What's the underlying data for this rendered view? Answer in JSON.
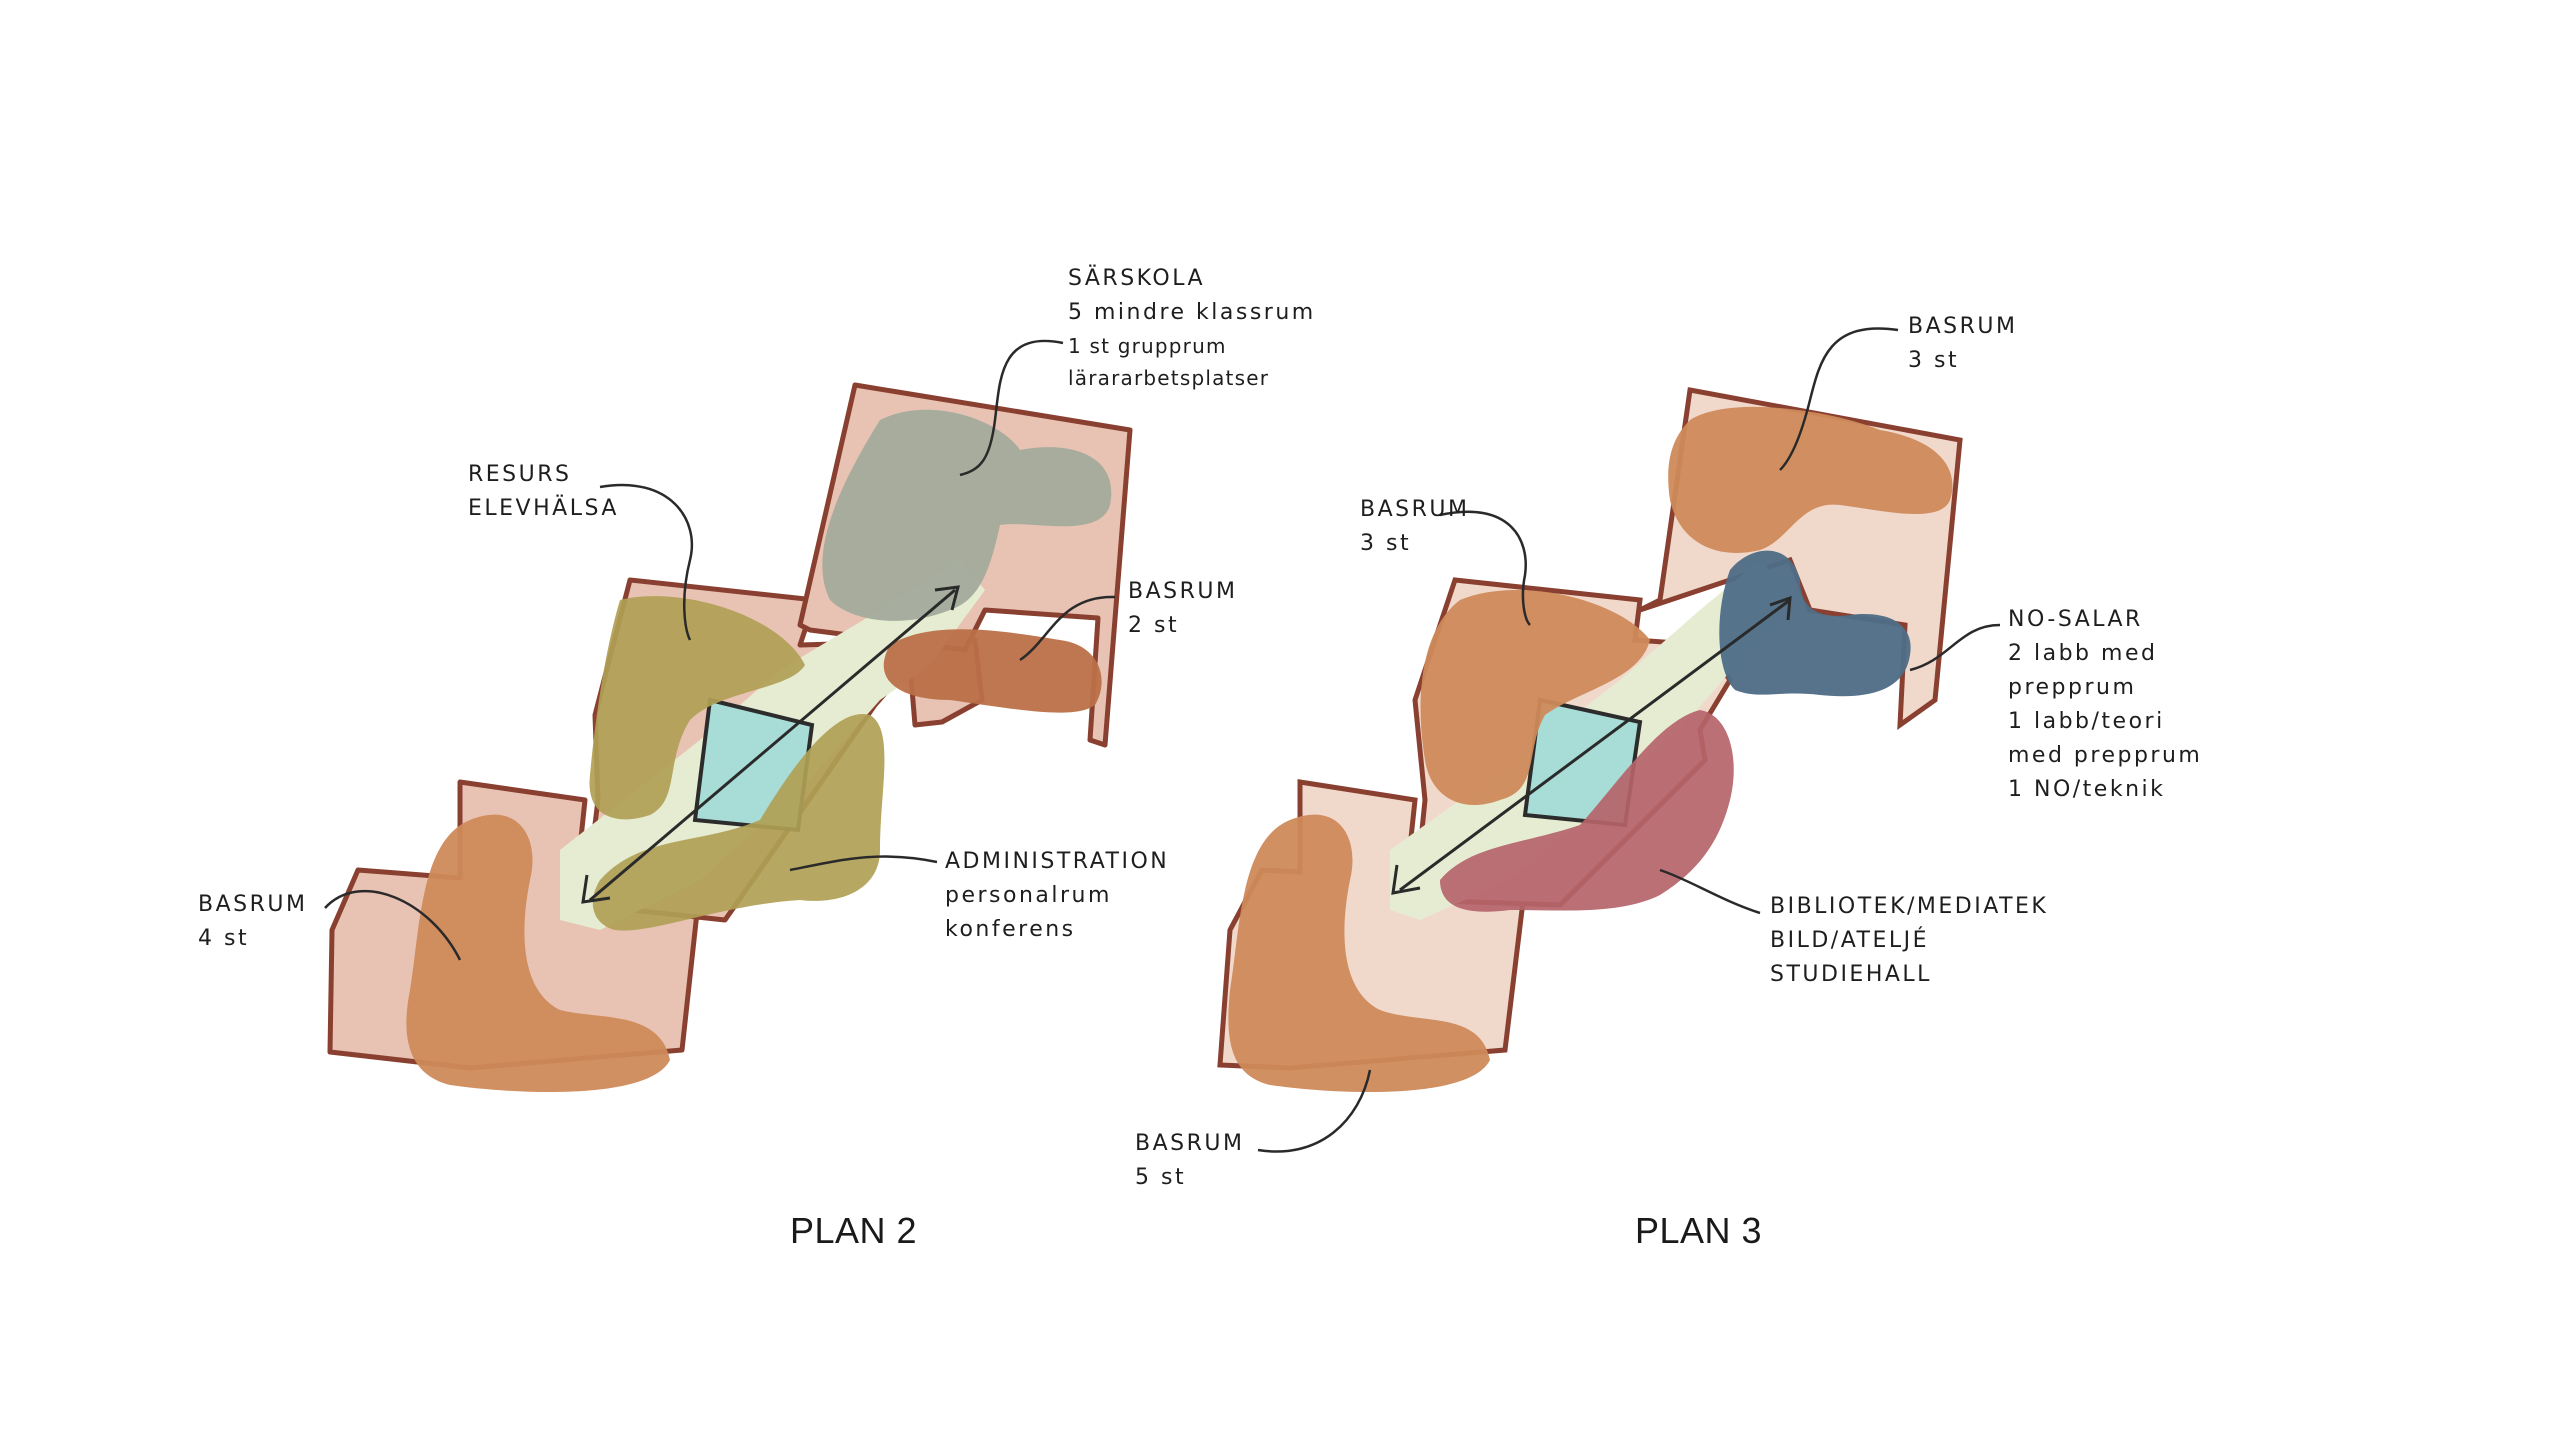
{
  "plan2": {
    "title": "PLAN 2",
    "sarskola": {
      "l1": "SÄRSKOLA",
      "l2": "5 mindre klassrum",
      "l3": "1 st grupprum",
      "l4": "lärararbetsplatser"
    },
    "resurs": {
      "l1": "RESURS",
      "l2": "ELEVHÄLSA"
    },
    "basrum_a": {
      "l1": "BASRUM",
      "l2": "2 st"
    },
    "admin": {
      "l1": "ADMINISTRATION",
      "l2": "personalrum",
      "l3": "konferens"
    },
    "basrum_b": {
      "l1": "BASRUM",
      "l2": "4 st"
    }
  },
  "plan3": {
    "title": "PLAN 3",
    "basrum_top": {
      "l1": "BASRUM",
      "l2": "3 st"
    },
    "basrum_left": {
      "l1": "BASRUM",
      "l2": "3 st"
    },
    "nosalar": {
      "l1": "NO-SALAR",
      "l2": "2 labb med",
      "l3": "prepprum",
      "l4": "1 labb/teori",
      "l5": "med prepprum",
      "l6": "1 NO/teknik"
    },
    "bibliotek": {
      "l1": "BIBLIOTEK/MEDIATEK",
      "l2": "BILD/ATELJÉ",
      "l3": "STUDIEHALL"
    },
    "basrum_bottom": {
      "l1": "BASRUM",
      "l2": "5 st"
    }
  },
  "colors": {
    "wall": "#8a4030",
    "wall_fill": "#e8c2b2",
    "corridor": "#e6ecd2",
    "atrium": "#a8dcd6",
    "basrum": "#cf8a5a",
    "resurs": "#b0a055",
    "sarskola": "#a4ab9c",
    "basrum_dark": "#bb7048",
    "no_salar": "#4f6d86",
    "bibliotek": "#b5646a",
    "ink": "#1e1e1e"
  }
}
